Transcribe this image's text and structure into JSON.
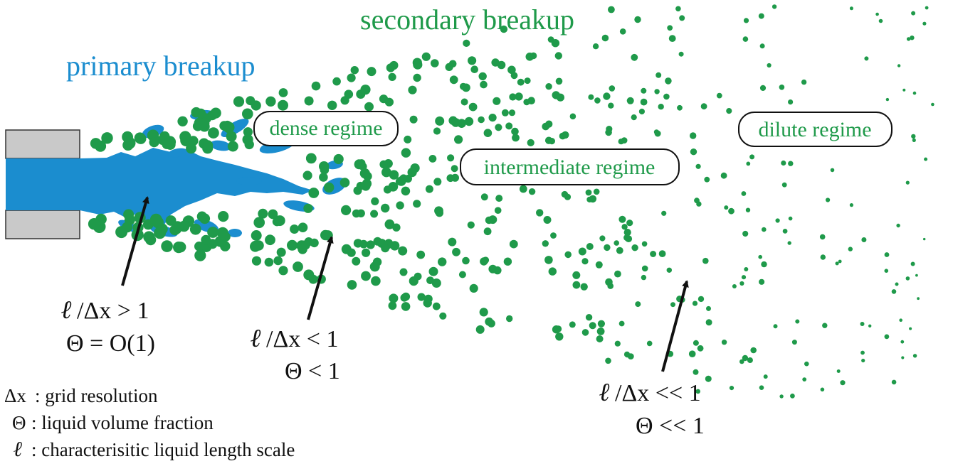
{
  "titles": {
    "primary": "primary breakup",
    "secondary": "secondary breakup"
  },
  "regimes": {
    "dense": "dense regime",
    "intermediate": "intermediate regime",
    "dilute": "dilute regime"
  },
  "annotations": {
    "a1": {
      "ratio": "/Δx > 1",
      "theta": "Θ = O(1)"
    },
    "a2": {
      "ratio": "/Δx < 1",
      "theta": "Θ < 1"
    },
    "a3": {
      "ratio": "/Δx << 1",
      "theta": "Θ << 1"
    }
  },
  "legend": {
    "dx_symbol": "Δx",
    "dx_text": ": grid resolution",
    "theta_symbol": "Θ",
    "theta_text": ": liquid volume fraction",
    "ell_text": ": characterisitic liquid length scale"
  },
  "colors": {
    "liquid_blue": "#1b8dcf",
    "spray_green": "#1f9a4a",
    "nozzle_gray": "#c9c9c9",
    "ink": "#111111"
  }
}
